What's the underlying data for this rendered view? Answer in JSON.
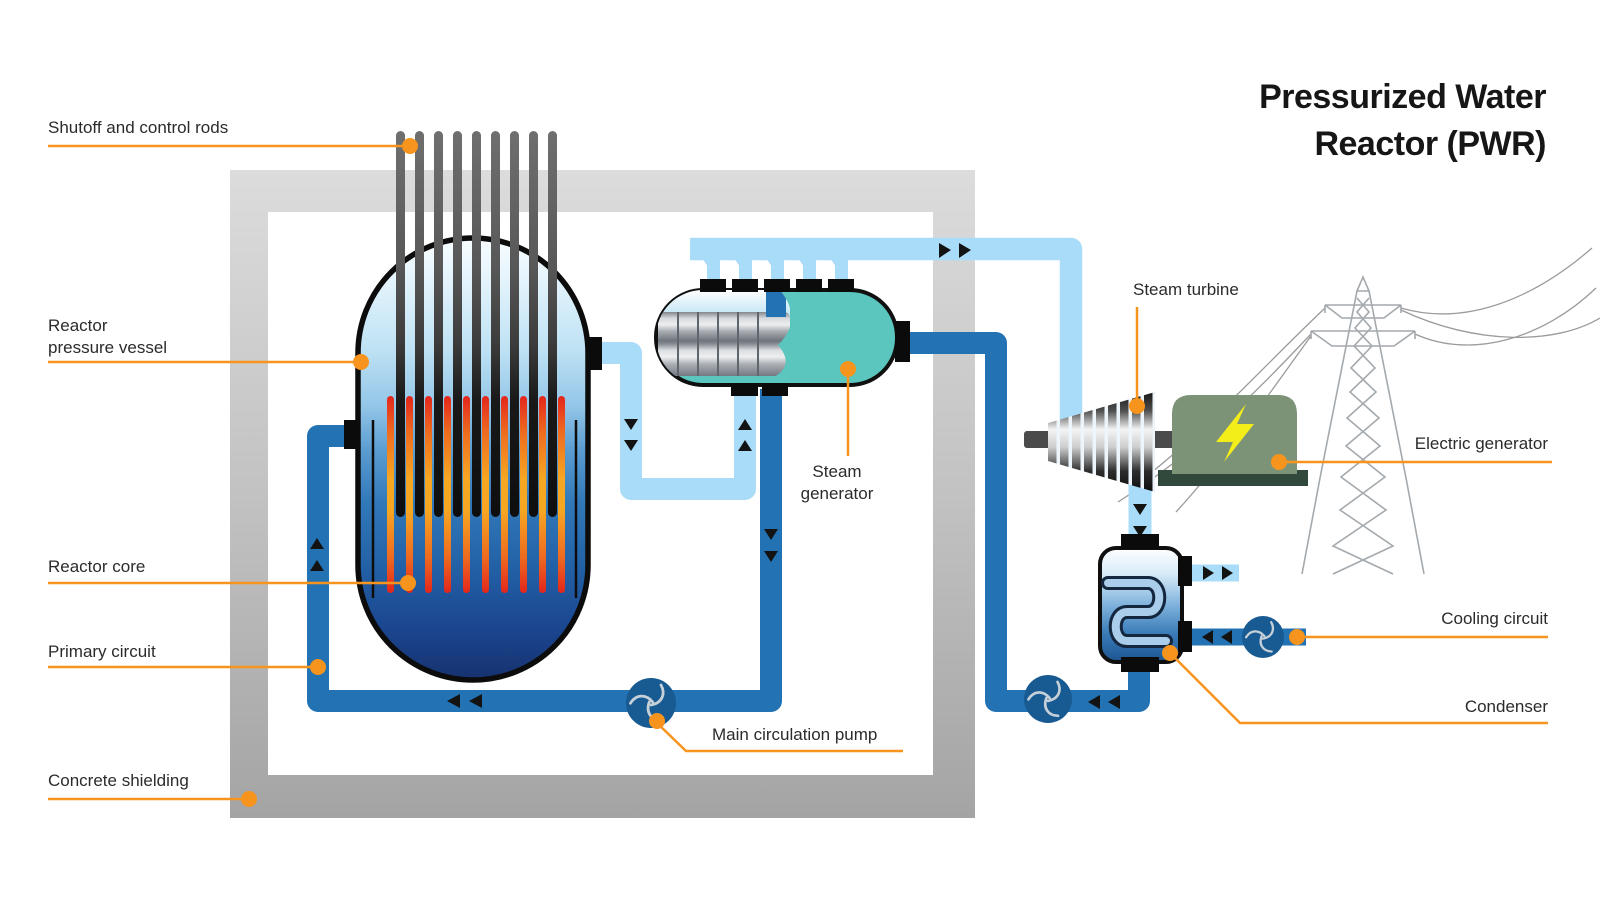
{
  "title": {
    "line1": "Pressurized Water",
    "line2": "Reactor (PWR)"
  },
  "labels": {
    "shutoff_control_rods": "Shutoff and control rods",
    "reactor_pressure_vessel": [
      "Reactor",
      "pressure vessel"
    ],
    "reactor_core": "Reactor core",
    "primary_circuit": "Primary circuit",
    "concrete_shielding": "Concrete shielding",
    "main_circulation_pump": "Main circulation pump",
    "steam_generator": [
      "Steam",
      "generator"
    ],
    "steam_turbine": "Steam turbine",
    "electric_generator": "Electric generator",
    "cooling_circuit": "Cooling circuit",
    "condenser": "Condenser"
  },
  "colors": {
    "accent": "#F7941D",
    "text": "#2B2B2B",
    "title_text": "#161616",
    "pipe_hot": "#A9DCF8",
    "pipe_cold": "#2272B4",
    "pump": "#185A92",
    "sg_teal": "#5AC6BD",
    "generator_green": "#7D9377",
    "generator_base": "#31493C",
    "bolt_yellow": "#F3EE19",
    "fuel_red": "#E3251C",
    "fuel_orange": "#F6A722",
    "rod_gray": "#5F5F5F",
    "concrete_gray": "#BDBDBD",
    "arrow_black": "#131313"
  },
  "icons": {
    "pump_impeller": "swirl-impeller-icon",
    "electricity": "lightning-bolt-icon",
    "flow_direction": "triangle-arrow-icon"
  }
}
